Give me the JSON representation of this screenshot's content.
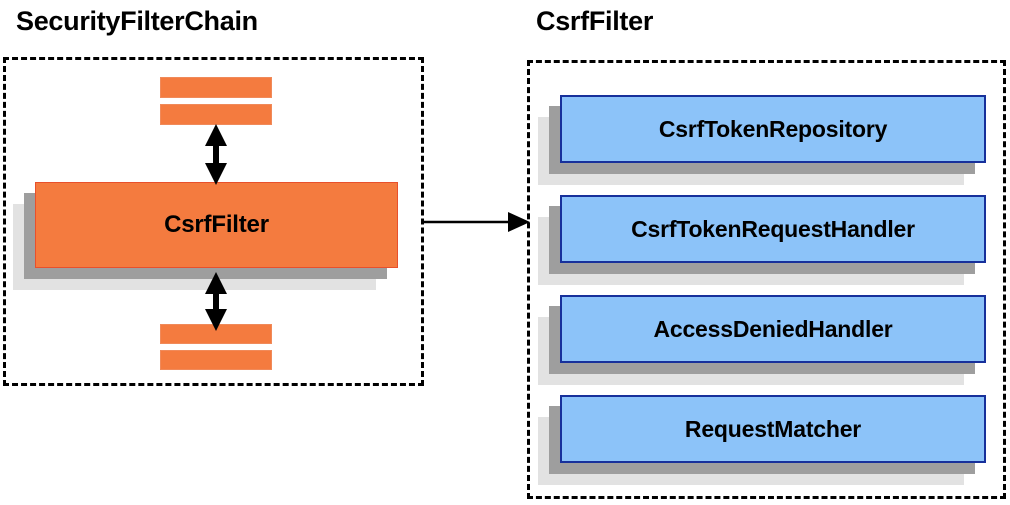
{
  "diagram": {
    "type": "architecture-block-diagram",
    "title_left": "SecurityFilterChain",
    "title_right": "CsrfFilter",
    "connector": {
      "name": "zoom-in-arrow",
      "from": "SecurityFilterChain.CsrfFilter",
      "to": "CsrfFilter",
      "style": "solid-single-arrow",
      "direction": "right"
    }
  },
  "left_panel": {
    "title": "SecurityFilterChain",
    "highlighted_filter": "CsrfFilter",
    "filters_above_count": 2,
    "filters_below_count": 2,
    "arrows": [
      {
        "name": "arrow-above-csrffilter",
        "style": "double-headed",
        "orientation": "vertical"
      },
      {
        "name": "arrow-below-csrffilter",
        "style": "double-headed",
        "orientation": "vertical"
      }
    ]
  },
  "right_panel": {
    "title": "CsrfFilter",
    "components": [
      {
        "label": "CsrfTokenRepository"
      },
      {
        "label": "CsrfTokenRequestHandler"
      },
      {
        "label": "AccessDeniedHandler"
      },
      {
        "label": "RequestMatcher"
      }
    ]
  },
  "colors": {
    "orange_fill": "#f47b3f",
    "orange_border": "#e8502c",
    "blue_fill": "#8cc3f9",
    "blue_border": "#17309b",
    "shadow_dark": "#9e9e9e",
    "shadow_light": "#e2e2e2",
    "outline_dashed": "#000000",
    "background": "#ffffff",
    "text": "#000000"
  }
}
